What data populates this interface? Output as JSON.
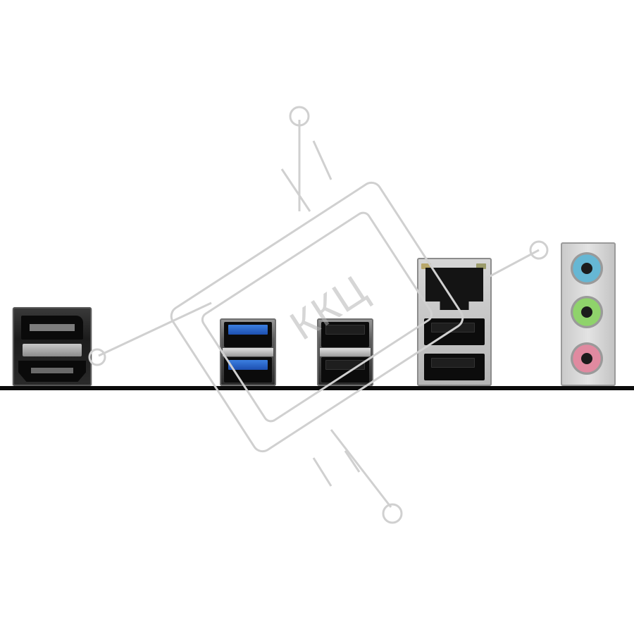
{
  "image": {
    "subject": "motherboard-rear-io-panel",
    "background_color": "#ffffff"
  },
  "ports": {
    "video": [
      "displayport",
      "hdmi"
    ],
    "usb3_color": "#1d4fb0",
    "usb3_count": 2,
    "usb2_count": 2,
    "lan": "rj45",
    "lan_usb_count": 2,
    "audio_jacks": [
      {
        "color": "#66b7d4"
      },
      {
        "color": "#8fd36b"
      },
      {
        "color": "#e08aa0"
      }
    ]
  },
  "watermark": {
    "text": "ККЦ",
    "color": "#c4c4c4"
  }
}
